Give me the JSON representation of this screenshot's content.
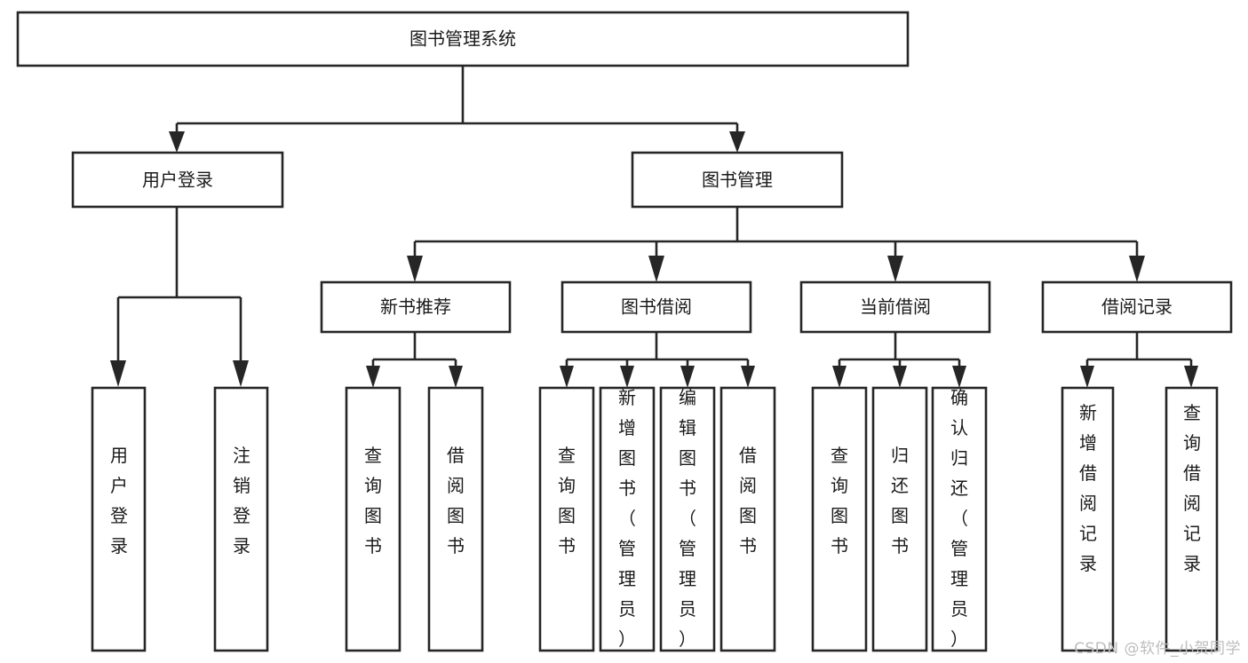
{
  "diagram": {
    "type": "tree-hierarchy",
    "title": "图书管理系统",
    "watermark": "CSDN @软件_小贺同学",
    "colors": {
      "stroke": "#262626",
      "fill": "#ffffff",
      "text": "#1a1a1a",
      "watermark": "#bdbdbd",
      "background": "#ffffff"
    },
    "levels": {
      "root": {
        "label": "图书管理系统"
      },
      "level2": [
        {
          "label": "用户登录"
        },
        {
          "label": "图书管理"
        }
      ],
      "level3": [
        {
          "label": "新书推荐"
        },
        {
          "label": "图书借阅"
        },
        {
          "label": "当前借阅"
        },
        {
          "label": "借阅记录"
        }
      ]
    },
    "nodes": {
      "root": "图书管理系统",
      "user_login": "用户登录",
      "book_manage": "图书管理",
      "new_book_rec": "新书推荐",
      "book_borrow": "图书借阅",
      "current_borrow": "当前借阅",
      "borrow_record": "借阅记录"
    },
    "leaves": {
      "user_login": [
        "用户登录",
        "注销登录"
      ],
      "new_book_rec": [
        "查询图书",
        "借阅图书"
      ],
      "book_borrow": [
        "查询图书",
        "新增图书（管理员）",
        "编辑图书（管理员）",
        "借阅图书"
      ],
      "current_borrow": [
        "查询图书",
        "归还图书",
        "确认归还（管理员）"
      ],
      "borrow_record": [
        "新增借阅记录",
        "查询借阅记录"
      ]
    },
    "edges": [
      {
        "from": "图书管理系统",
        "to": "用户登录"
      },
      {
        "from": "图书管理系统",
        "to": "图书管理"
      },
      {
        "from": "用户登录",
        "to": "用户登录"
      },
      {
        "from": "用户登录",
        "to": "注销登录"
      },
      {
        "from": "图书管理",
        "to": "新书推荐"
      },
      {
        "from": "图书管理",
        "to": "图书借阅"
      },
      {
        "from": "图书管理",
        "to": "当前借阅"
      },
      {
        "from": "图书管理",
        "to": "借阅记录"
      },
      {
        "from": "新书推荐",
        "to": "查询图书"
      },
      {
        "from": "新书推荐",
        "to": "借阅图书"
      },
      {
        "from": "图书借阅",
        "to": "查询图书"
      },
      {
        "from": "图书借阅",
        "to": "新增图书（管理员）"
      },
      {
        "from": "图书借阅",
        "to": "编辑图书（管理员）"
      },
      {
        "from": "图书借阅",
        "to": "借阅图书"
      },
      {
        "from": "当前借阅",
        "to": "查询图书"
      },
      {
        "from": "当前借阅",
        "to": "归还图书"
      },
      {
        "from": "当前借阅",
        "to": "确认归还（管理员）"
      },
      {
        "from": "借阅记录",
        "to": "新增借阅记录"
      },
      {
        "from": "借阅记录",
        "to": "查询借阅记录"
      }
    ]
  }
}
